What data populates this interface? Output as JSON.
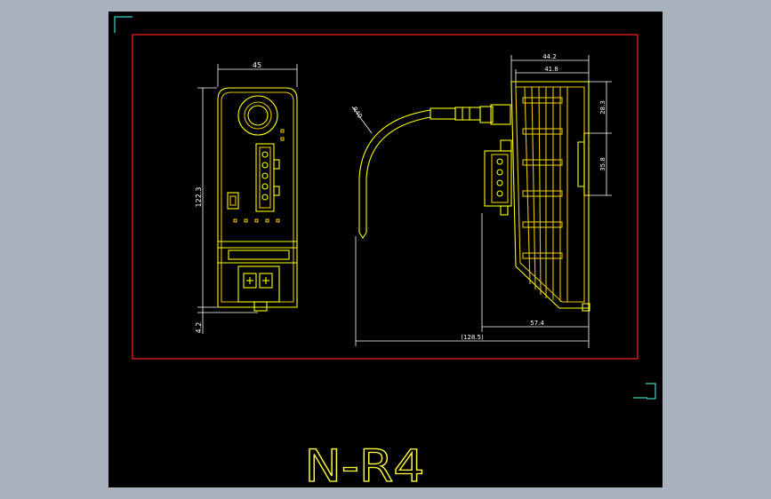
{
  "colors": {
    "window_bg": "#a9b0be",
    "canvas": "#000000",
    "frame": "#ff2020",
    "part": "#ffff00",
    "detail": "#e6c400",
    "dimension": "#ffffff",
    "corner_marks": "#3ad4c8",
    "title_text": "#ffff33"
  },
  "drawing": {
    "title": "N-R4",
    "front_view": {
      "width_dim": "45",
      "height_dim": "122.3",
      "base_dim": "4.2"
    },
    "side_view": {
      "width_dim_outer": "44.2",
      "width_dim_inner": "41.8",
      "depth_dim": "57.4",
      "total_dim": "(128.5)",
      "upper_height_dim": "28.3",
      "lower_height_dim": "35.8",
      "cable_radius": "R40"
    }
  }
}
